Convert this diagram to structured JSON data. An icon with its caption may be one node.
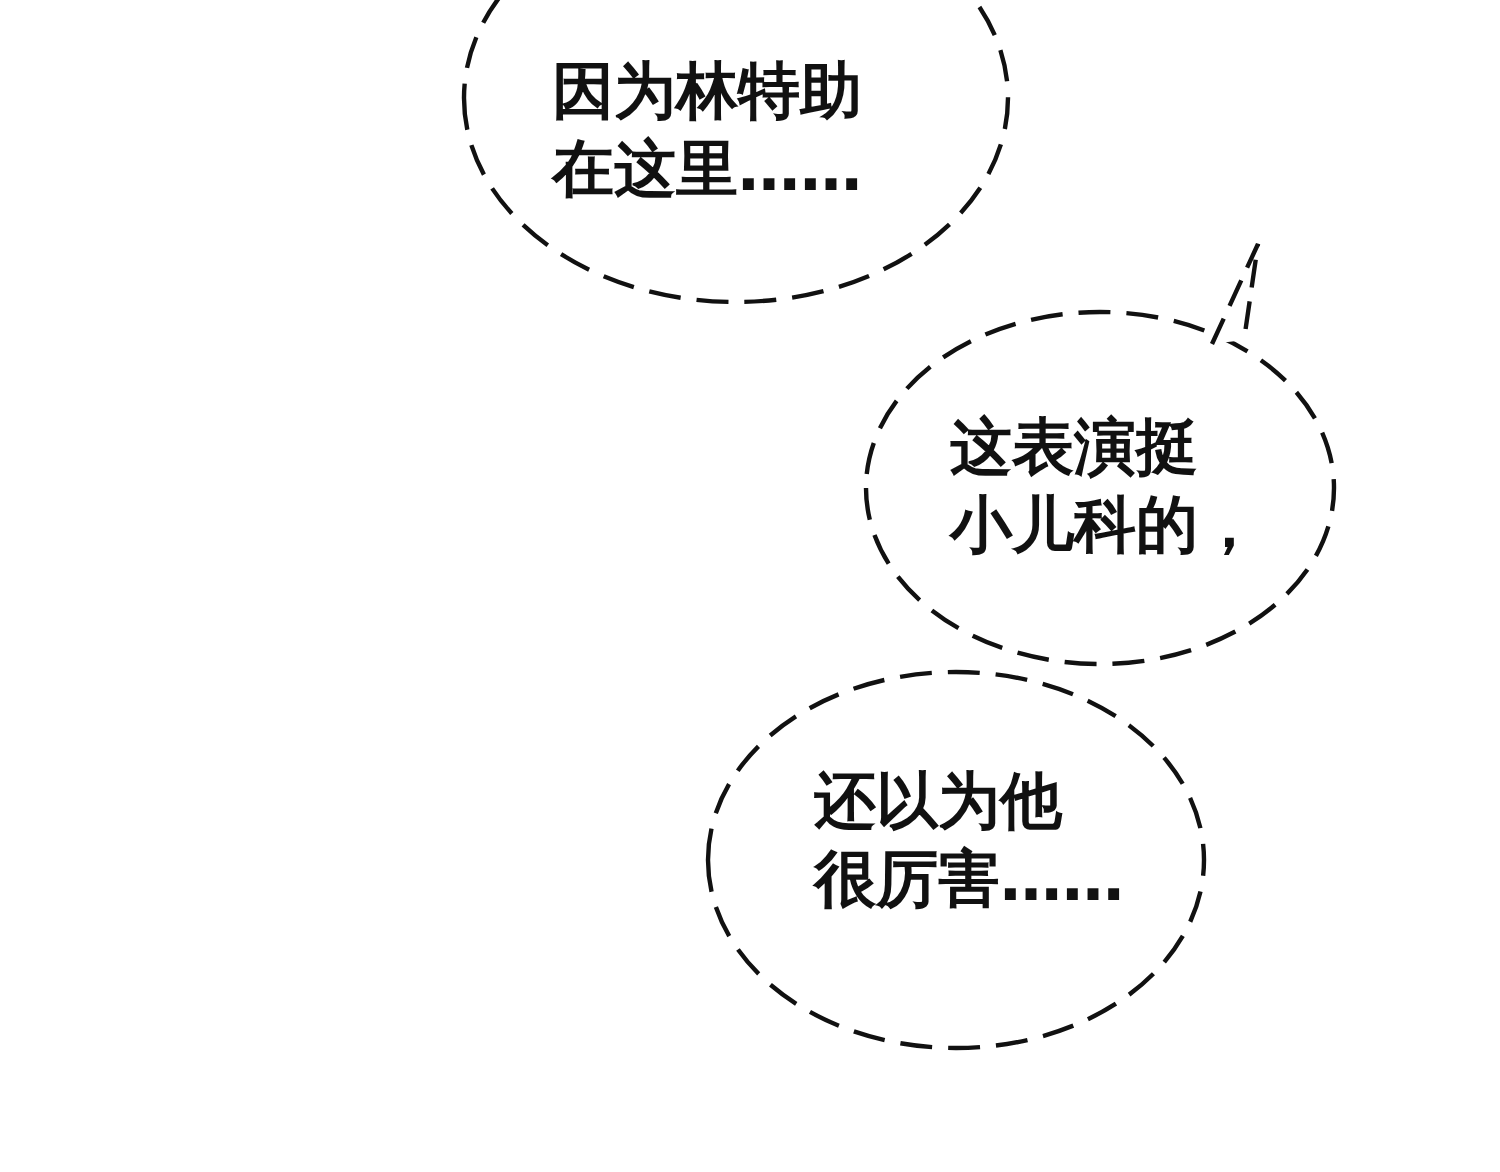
{
  "diagram": {
    "nodes": [
      {
        "text": [
          "因为林特助在这里……"
        ]
      },
      {
        "text": [
          "这表演挺小儿科的，"
        ]
      },
      {
        "text": [
          "还以为他很厉害……"
        ]
      }
    ]
  }
}
